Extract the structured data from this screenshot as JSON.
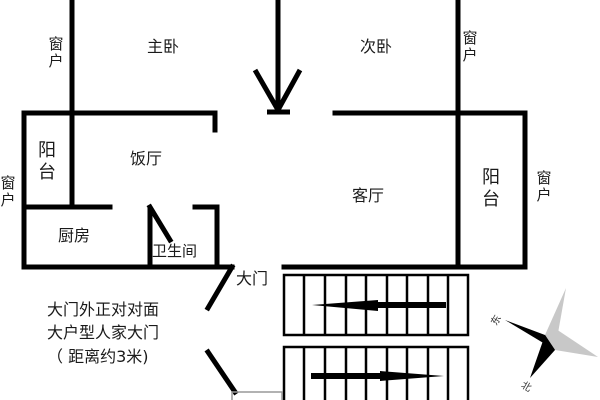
{
  "diagram": {
    "type": "floor-plan",
    "rooms": {
      "master_bedroom": "主卧",
      "second_bedroom": "次卧",
      "dining_room": "饭厅",
      "living_room": "客厅",
      "balcony_left": "阳台",
      "balcony_right": "阳台",
      "kitchen": "厨房",
      "bathroom": "卫生间"
    },
    "windows": {
      "left_top": "窗户",
      "left_mid": "窗户",
      "right_top": "窗户",
      "right_mid": "窗户"
    },
    "main_door": "大门",
    "note": {
      "line1": "大门外正对对面",
      "line2": "大户型人家大门",
      "line3": "（ 距离约3米)"
    },
    "compass": {
      "label_east": "东",
      "label_north": "北"
    },
    "colors": {
      "wall": "#000000",
      "compass_dark": "#000000",
      "compass_light": "#c8c8c8",
      "background": "#ffffff"
    }
  }
}
